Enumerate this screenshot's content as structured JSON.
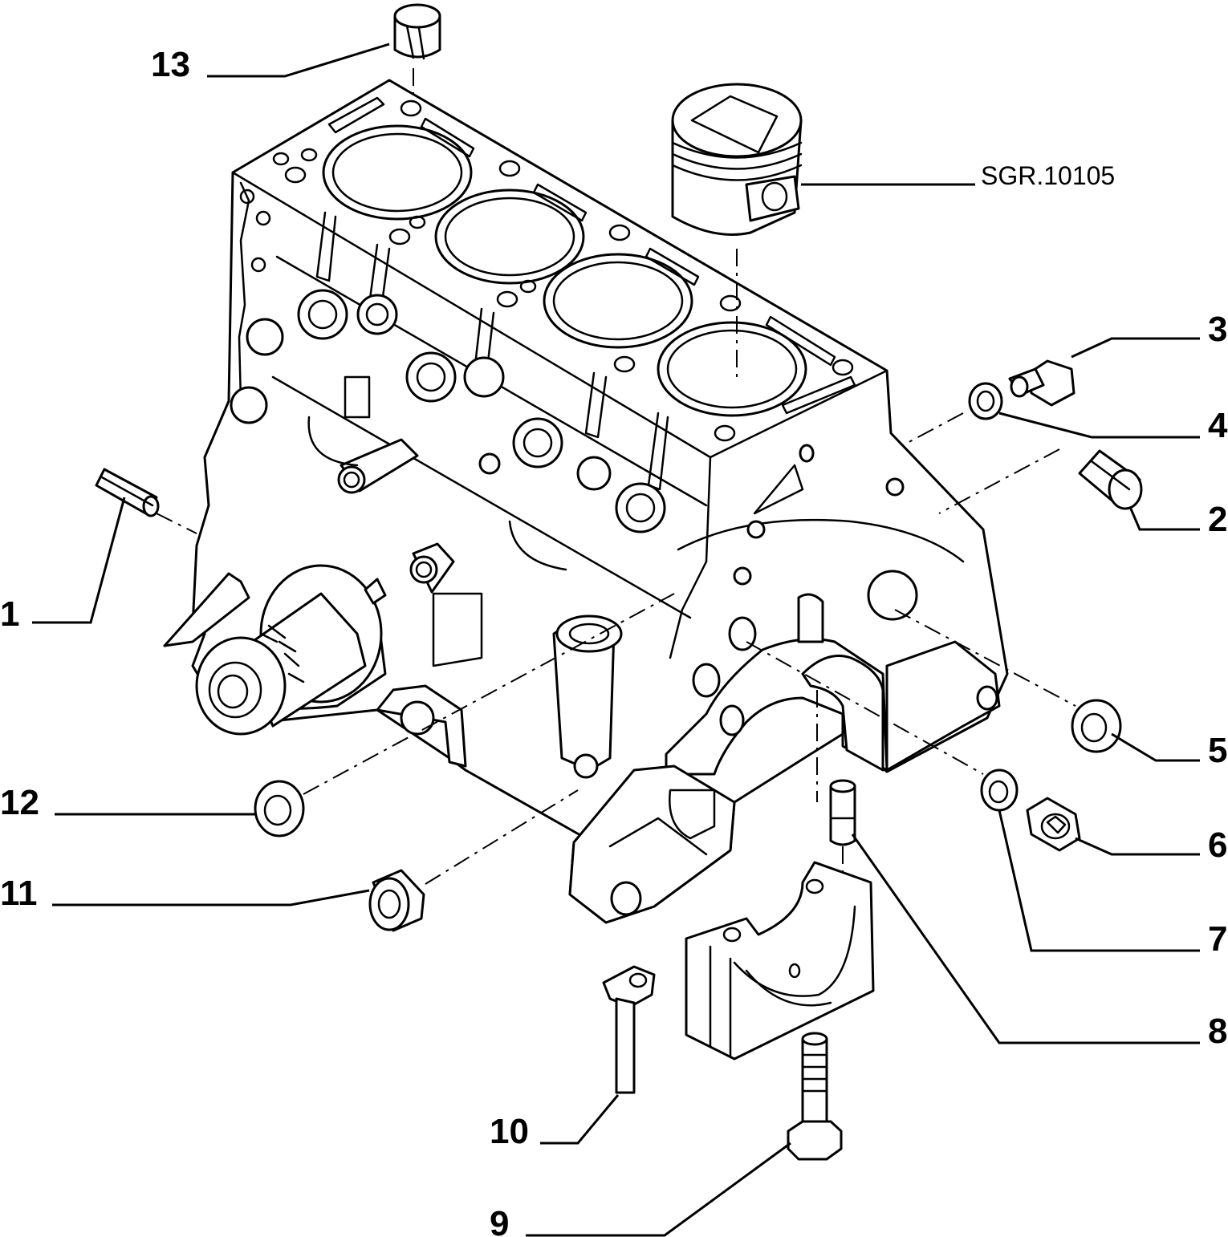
{
  "callouts": {
    "c1": "1",
    "c2": "2",
    "c3": "3",
    "c4": "4",
    "c5": "5",
    "c6": "6",
    "c7": "7",
    "c8": "8",
    "c9": "9",
    "c10": "10",
    "c11": "11",
    "c12": "12",
    "c13": "13"
  },
  "reference": {
    "piston_ref": "SGR.10105"
  }
}
